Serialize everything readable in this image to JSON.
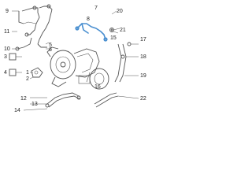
{
  "diagram": {
    "highlight_color": "#4a8fd0",
    "line_color": "#555555",
    "callouts": {
      "c1": "1",
      "c2": "2",
      "c3": "3",
      "c4": "4",
      "c5": "5",
      "c6": "6",
      "c7": "7",
      "c8": "8",
      "c9": "9",
      "c10": "10",
      "c11": "11",
      "c12": "12",
      "c13": "13",
      "c14": "14",
      "c15": "15",
      "c16": "16",
      "c17": "17",
      "c18": "18",
      "c19": "19",
      "c20": "20",
      "c21": "21",
      "c22": "22"
    }
  }
}
